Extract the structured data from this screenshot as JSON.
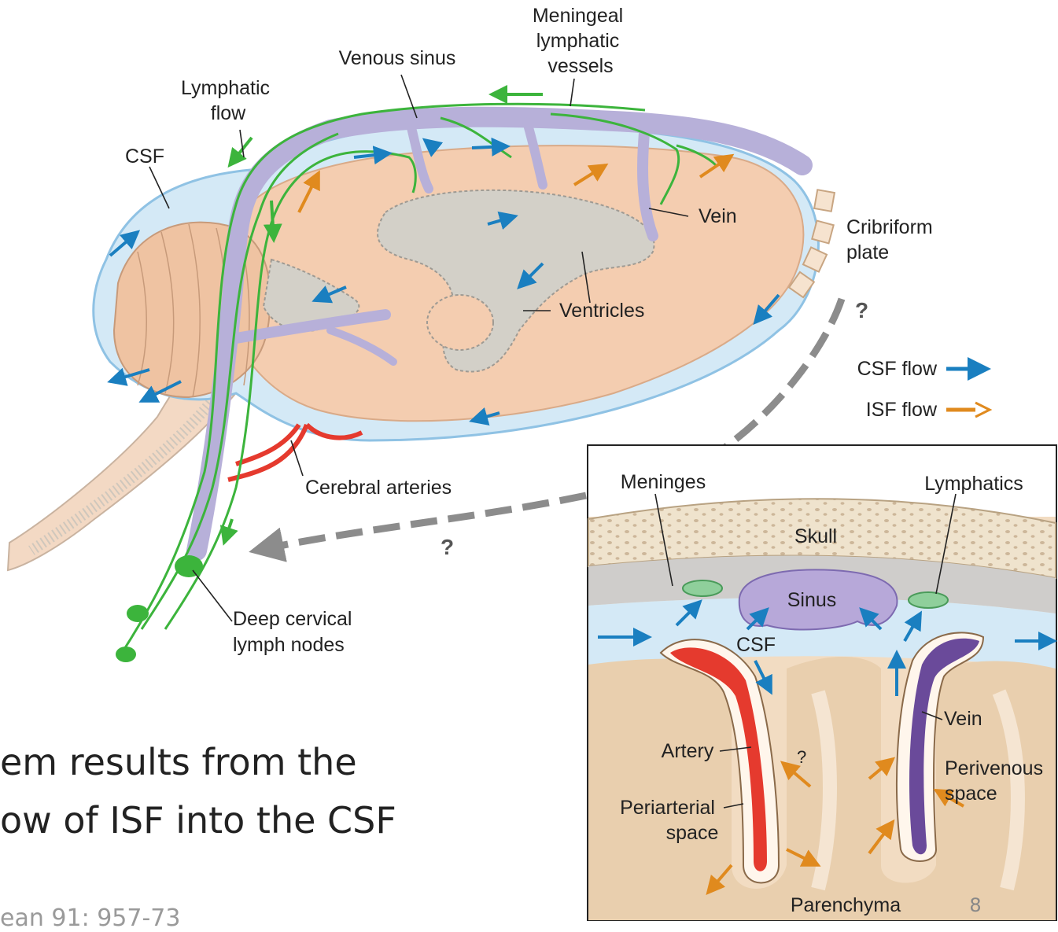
{
  "labels": {
    "meningeal_lymphatic_vessels": [
      "Meningeal",
      "lymphatic",
      "vessels"
    ],
    "venous_sinus": "Venous sinus",
    "lymphatic_flow": [
      "Lymphatic",
      "flow"
    ],
    "csf": "CSF",
    "vein": "Vein",
    "cribriform_plate": [
      "Cribriform",
      "plate"
    ],
    "ventricles": "Ventricles",
    "question": "?",
    "cerebral_arteries": "Cerebral arteries",
    "deep_cervical_lymph_nodes": [
      "Deep cervical",
      "lymph nodes"
    ]
  },
  "legend": {
    "csf_flow": "CSF flow",
    "isf_flow": "ISF flow",
    "csf_color": "#1a7fc0",
    "isf_color": "#e08a1e"
  },
  "inset": {
    "meninges": "Meninges",
    "lymphatics": "Lymphatics",
    "skull": "Skull",
    "sinus": "Sinus",
    "csf": "CSF",
    "vein": "Vein",
    "artery": "Artery",
    "question": "?",
    "perivenous_space": [
      "Perivenous",
      "space"
    ],
    "periarterial_space": [
      "Periarterial",
      "space"
    ],
    "parenchyma": "Parenchyma",
    "page_number": "8"
  },
  "slide_text": {
    "line1": "em results from the",
    "line2": "ow of ISF into the CSF",
    "citation": "ean 91: 957-73"
  },
  "colors": {
    "brain": "#f4cdb0",
    "csf_layer": "#d4e9f6",
    "vessel_lymphatic": "#3cb43c",
    "vein": "#b7b0d9",
    "artery": "#e53a2e",
    "ventricle": "#d3d0c8"
  }
}
